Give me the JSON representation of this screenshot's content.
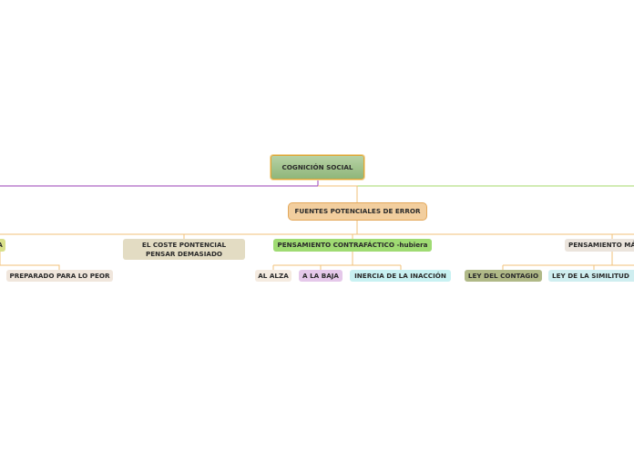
{
  "root": {
    "label": "COGNICIÓN SOCIAL"
  },
  "main_topic": {
    "label": "FUENTES POTENCIALES DE ERROR"
  },
  "branches": {
    "left_partial": "A",
    "coste": "EL COSTE PONTENCIAL PENSAR DEMASIADO",
    "contrafactico": "PENSAMIENTO  CONTRAFÁCTICO -hubiera",
    "magico": "PENSAMIENTO MÁ"
  },
  "leaves": {
    "preparado": "PREPARADO PARA LO PEOR",
    "alza": "AL ALZA",
    "baja": "A LA BAJA",
    "inercia": "INERCIA DE LA INACCIÓN",
    "contagio": "LEY DEL CONTAGIO",
    "similitud": "LEY DE LA SIMILITUD"
  },
  "colors": {
    "connector_orange": "#f2c27a",
    "connector_purple": "#9a3fb5",
    "connector_green": "#a6d96a",
    "root_border": "#e0a534"
  }
}
